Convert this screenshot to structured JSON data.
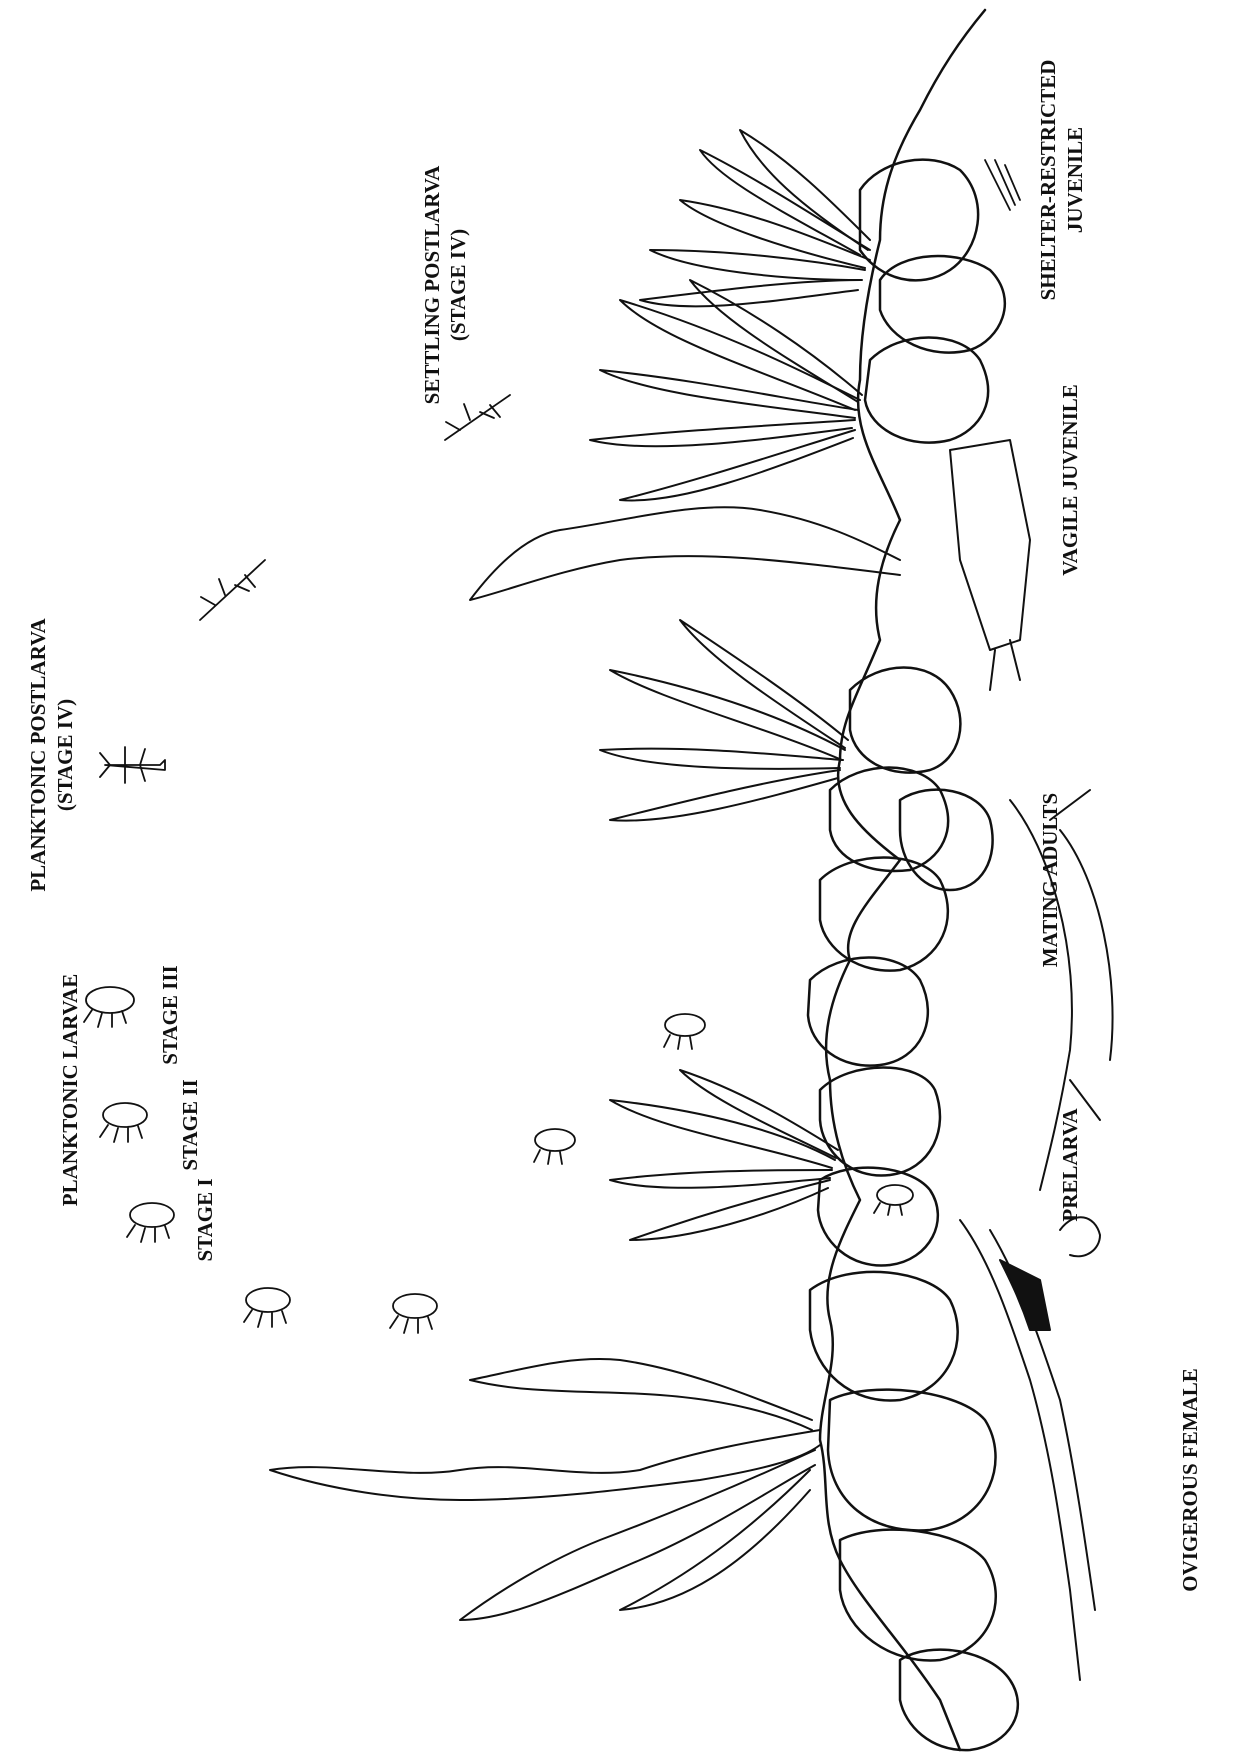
{
  "diagram": {
    "labels": {
      "planktonic_larvae": "PLANKTONIC LARVAE",
      "stage_1": "STAGE I",
      "stage_2": "STAGE II",
      "stage_3": "STAGE III",
      "planktonic_postlarva": "PLANKTONIC POSTLARVA",
      "planktonic_postlarva_stage": "(STAGE IV)",
      "settling_postlarva": "SETTLING POSTLARVA",
      "settling_postlarva_stage": "(STAGE IV)",
      "shelter_restricted_1": "SHELTER-RESTRICTED",
      "shelter_restricted_2": "JUVENILE",
      "vagile_juvenile": "VAGILE JUVENILE",
      "mating_adults": "MATING ADULTS",
      "prelarva": "PRELARVA",
      "ovigerous_female": "OVIGEROUS FEMALE"
    },
    "colors": {
      "ink": "#111111",
      "background": "#ffffff"
    }
  }
}
